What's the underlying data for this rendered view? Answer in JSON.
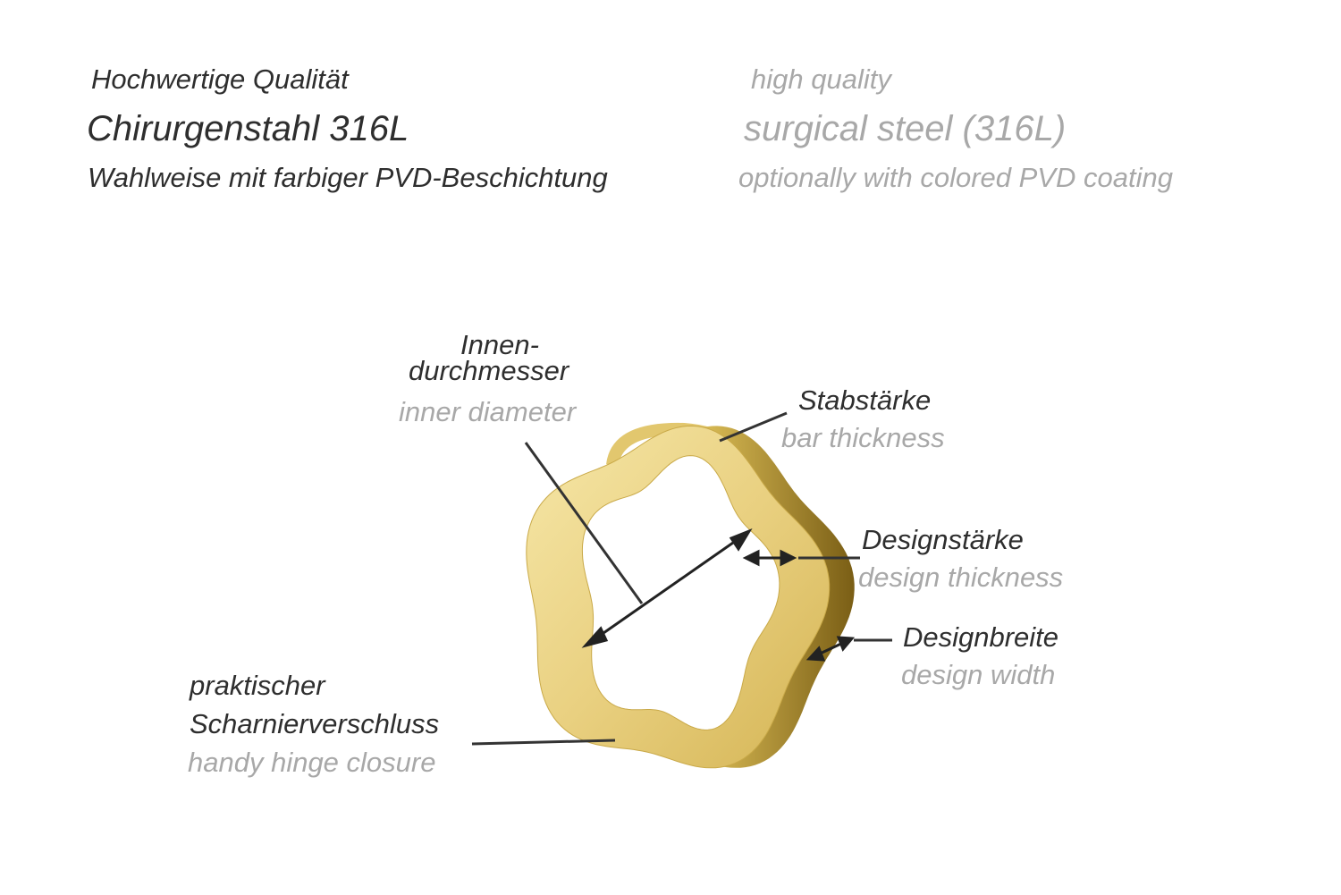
{
  "header": {
    "de": {
      "quality": "Hochwertige Qualität",
      "material": "Chirurgenstahl 316L",
      "coating": "Wahlweise mit farbiger PVD-Beschichtung"
    },
    "en": {
      "quality": "high quality",
      "material": "surgical steel (316L)",
      "coating": "optionally with colored PVD coating"
    }
  },
  "labels": {
    "inner_diameter": {
      "de_line1": "Innen-",
      "de_line2": "durchmesser",
      "en": "inner diameter"
    },
    "bar_thickness": {
      "de": "Stabstärke",
      "en": "bar thickness"
    },
    "design_thickness": {
      "de": "Designstärke",
      "en": "design thickness"
    },
    "design_width": {
      "de": "Designbreite",
      "en": "design width"
    },
    "hinge": {
      "de_line1": "praktischer",
      "de_line2": "Scharnierverschluss",
      "en": "handy hinge closure"
    }
  },
  "colors": {
    "gold_light": "#f3e3a0",
    "gold_mid": "#d9bd5c",
    "gold_dark": "#a8882a",
    "text_dark": "#2e2e2e",
    "text_light": "#a8a8a8"
  }
}
